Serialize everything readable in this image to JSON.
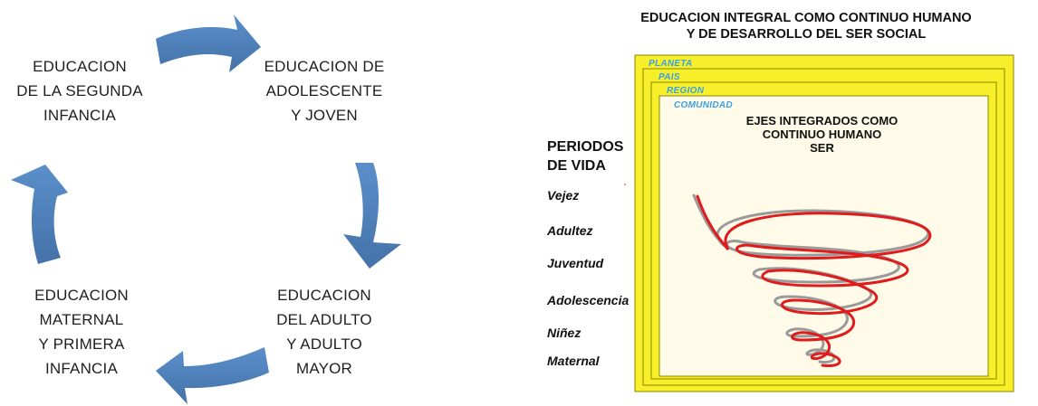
{
  "cycle": {
    "stages": [
      "EDUCACION\nDE LA SEGUNDA\nINFANCIA",
      "EDUCACION DE\nADOLESCENTE\nY JOVEN",
      "EDUCACION\nDEL ADULTO\nY ADULTO\nMAYOR",
      "EDUCACION\nMATERNAL\nY PRIMERA\nINFANCIA"
    ],
    "arrow_color": "#4f81bd"
  },
  "integral": {
    "title": "EDUCACION INTEGRAL COMO CONTINUO HUMANO\nY DE DESARROLLO DEL SER SOCIAL",
    "periods_heading": "PERIODOS\nDE VIDA",
    "periods": [
      "Vejez",
      "Adultez",
      "Juventud",
      "Adolescencia",
      "Niñez",
      "Maternal"
    ],
    "scopes": [
      "PLANETA",
      "PAIS",
      "REGION",
      "COMUNIDAD"
    ],
    "axes_label": "EJES INTEGRADOS COMO\nCONTINUO HUMANO\nSER",
    "colors": {
      "frame_yellow": "#f7ef2a",
      "frame_border": "#8a8500",
      "inner_fill": "#fffbe8",
      "scope_label": "#3aa0e6",
      "spiral_red": "#e01b1b",
      "spiral_gray": "#9a9a9a"
    }
  }
}
